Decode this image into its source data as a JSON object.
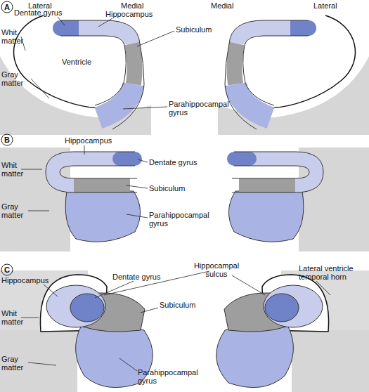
{
  "diagram": {
    "labels": [
      "Lateral",
      "Medial",
      "Medial",
      "Lateral",
      "A",
      "Dentate gyrus",
      "Hippocampus",
      "Whit matter",
      "Subiculum",
      "Ventricle",
      "Gray matter",
      "Parahippocampal gyrus",
      "B",
      "Hippocampus",
      "Whit matter",
      "Dentate gyrus",
      "Subiculum",
      "Gray matter",
      "Parahippocampal gyrus",
      "C",
      "Hippocampus",
      "Dentate gyrus",
      "Hippocampal sulcus",
      "Lateral ventricle temporal horn",
      "Whit matter",
      "Subiculum",
      "Gray matter",
      "Parahippocampal gyrus"
    ]
  }
}
